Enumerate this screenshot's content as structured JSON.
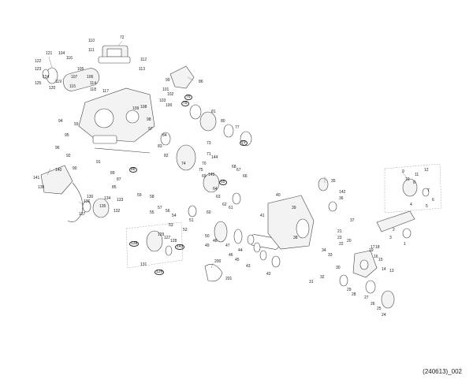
{
  "caption": "(240613)_002",
  "part_labels": [
    "1",
    "2",
    "3",
    "4",
    "5",
    "6",
    "7",
    "8",
    "9",
    "10",
    "11",
    "12",
    "13",
    "14",
    "15",
    "16",
    "17",
    "18",
    "19",
    "20",
    "21",
    "22",
    "23",
    "24",
    "25",
    "26",
    "27",
    "28",
    "29",
    "30",
    "31",
    "32",
    "33",
    "34",
    "35",
    "36",
    "37",
    "38",
    "39",
    "40",
    "41",
    "42",
    "43",
    "44",
    "45",
    "46",
    "47",
    "48",
    "49",
    "50",
    "51",
    "52",
    "53",
    "54",
    "55",
    "56",
    "57",
    "58",
    "59",
    "60",
    "61",
    "62",
    "63",
    "64",
    "65",
    "66",
    "67",
    "68",
    "69",
    "70",
    "71",
    "72",
    "73",
    "74",
    "75",
    "76",
    "77",
    "78",
    "79",
    "80",
    "81",
    "82",
    "83",
    "84",
    "85",
    "86",
    "87",
    "88",
    "89",
    "90",
    "91",
    "92",
    "93",
    "94",
    "95",
    "96",
    "97",
    "98",
    "99",
    "100",
    "101",
    "102",
    "103",
    "104",
    "105",
    "106",
    "107",
    "108",
    "109",
    "110",
    "111",
    "112",
    "113",
    "114",
    "115",
    "116",
    "117",
    "118",
    "119",
    "120",
    "121",
    "122",
    "123",
    "124",
    "125",
    "126",
    "127",
    "128",
    "129",
    "130",
    "131",
    "132",
    "133",
    "134",
    "135",
    "136",
    "137",
    "138",
    "139",
    "140",
    "141",
    "142",
    "143",
    "144",
    "145",
    "200",
    "201"
  ],
  "circled_labels": [
    "76",
    "78",
    "79",
    "65",
    "88",
    "138",
    "126",
    "143"
  ]
}
